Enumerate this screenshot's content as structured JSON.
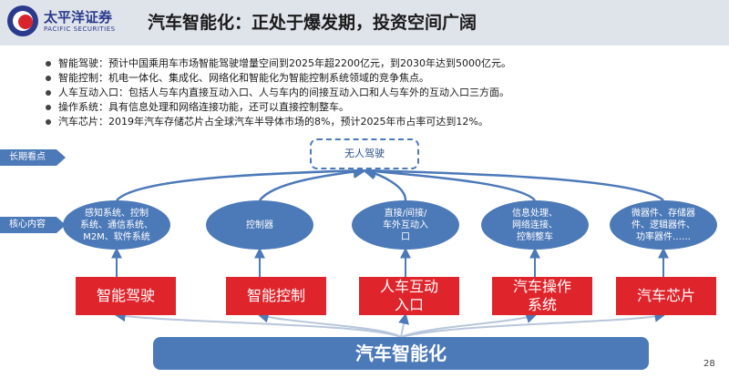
{
  "header": {
    "logo_cn": "太平洋证券",
    "logo_en": "PACIFIC SECURITIES",
    "title": "汽车智能化：正处于爆发期，投资空间广阔"
  },
  "bullets": [
    "智能驾驶：预计中国乘用车市场智能驾驶增量空间到2025年超2200亿元，到2030年达到5000亿元。",
    "智能控制：机电一体化、集成化、网络化和智能化为智能控制系统领域的竞争焦点。",
    "人车互动入口：包括人与车内直接互动入口、人与车内的间接互动入口和人与车外的互动入口三方面。",
    "操作系统：具有信息处理和网络连接功能，还可以直接控制整车。",
    "汽车芯片：2019年汽车存储芯片占全球汽车半导体市场的8%，预计2025年市占率可达到12%。"
  ],
  "side_tags": {
    "long_term": "长期看点",
    "core": "核心内容"
  },
  "diagram": {
    "top": "无人驾驶",
    "ellipses": [
      "感知系统、控制\n系统、通信系统、\nM2M、软件系统",
      "控制器",
      "直接/间接/\n车外互动入\n口",
      "信息处理、\n网络连接、\n控制整车",
      "微器件、存储器\n件、逻辑器件、\n功率器件……"
    ],
    "boxes": [
      "智能驾驶",
      "智能控制",
      "人车互动\n入口",
      "汽车操作\n系统",
      "汽车芯片"
    ],
    "bottom": "汽车智能化"
  },
  "page_number": "28",
  "colors": {
    "header_bg": "#dfe3ea",
    "accent_blue": "#4c79b8",
    "accent_red": "#e0242b",
    "logo_blue": "#2b3a8c"
  }
}
